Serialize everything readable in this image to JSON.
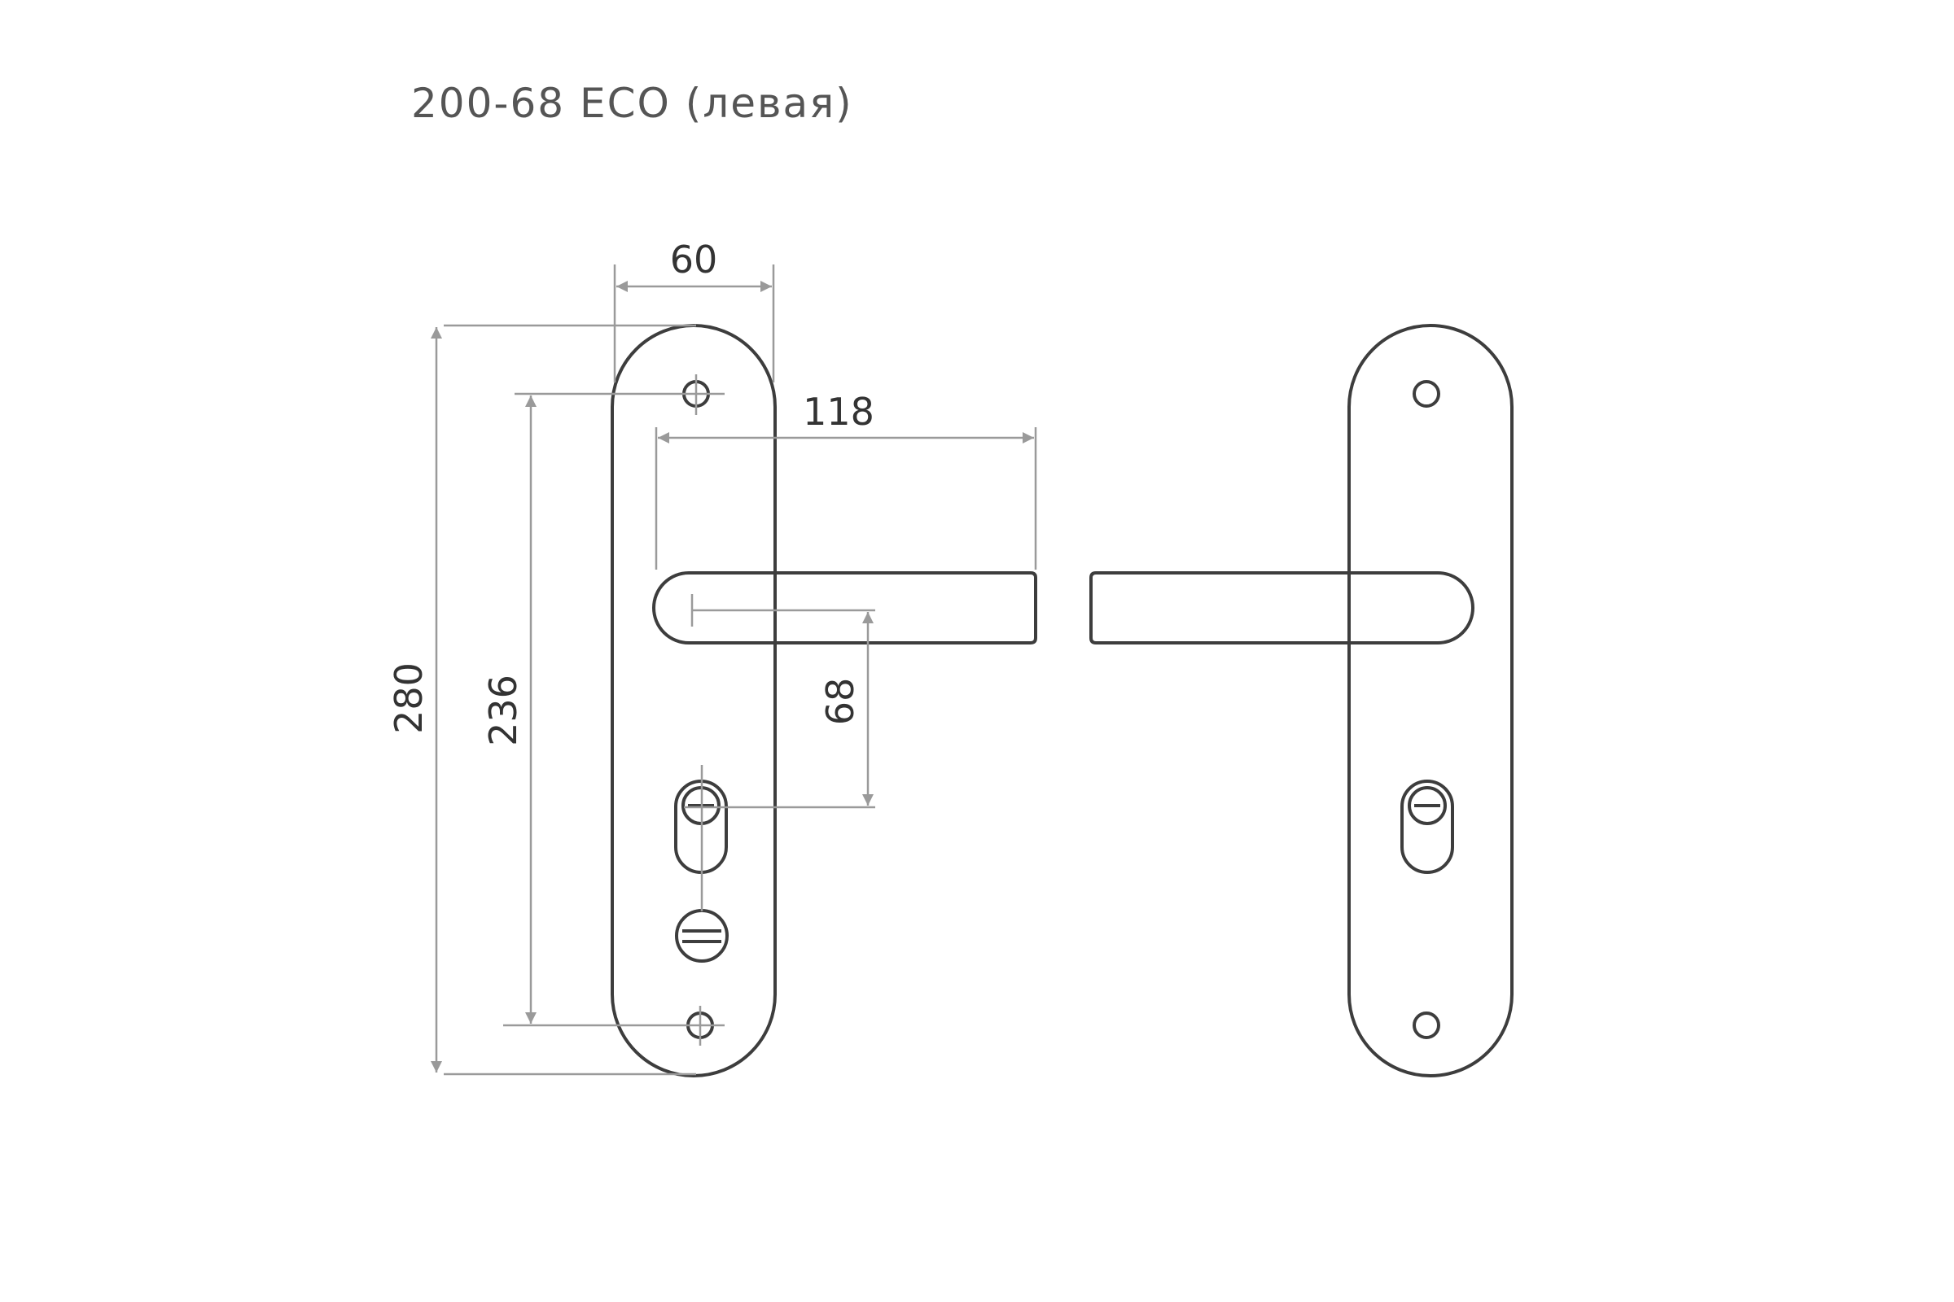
{
  "title": "200-68 ECO (левая)",
  "dimensions": {
    "plate_width": "60",
    "lever_length": "118",
    "plate_height": "280",
    "screw_spacing": "236",
    "center_distance": "68"
  },
  "colors": {
    "outline": "#3d3d3d",
    "dimension_line": "#9a9a9a",
    "text": "#333333",
    "background": "#ffffff"
  }
}
